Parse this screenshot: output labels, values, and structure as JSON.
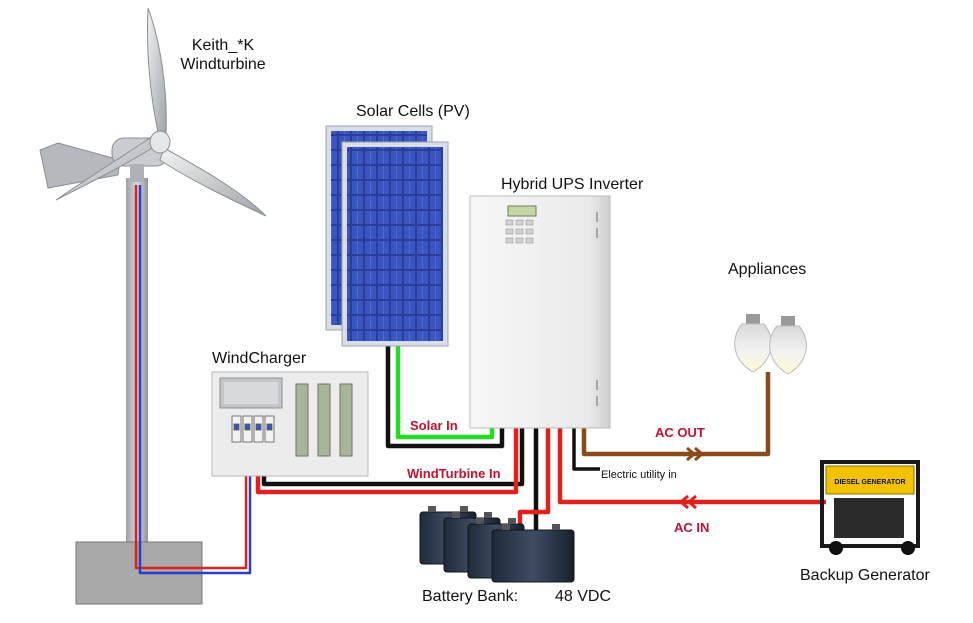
{
  "labels": {
    "wind_turbine": "Keith_*K\nWindturbine",
    "solar_cells": "Solar Cells (PV)",
    "inverter": "Hybrid UPS Inverter",
    "appliances": "Appliances",
    "windcharger": "WindCharger",
    "battery_bank": "Battery Bank:",
    "battery_voltage": "48 VDC",
    "backup_generator": "Backup Generator"
  },
  "wire_labels": {
    "solar_in": "Solar In",
    "windturbine_in": "WindTurbine In",
    "ac_out": "AC OUT",
    "ac_in": "AC IN",
    "electric_utility_in": "Electric utility in"
  },
  "generator_panel_text": "DIESEL GENERATOR",
  "colors": {
    "wire_red": "#e0201c",
    "wire_black": "#111111",
    "wire_green": "#22dd22",
    "wire_brown": "#8a4a1a",
    "wire_blue": "#2a3fc9",
    "label_red": "#c8102e",
    "generator_yellow": "#f2c200"
  }
}
